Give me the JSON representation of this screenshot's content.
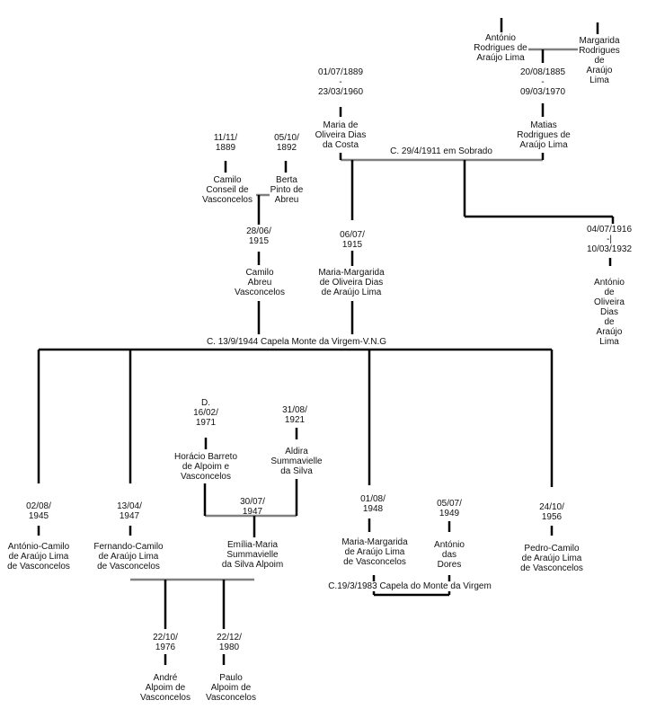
{
  "colors": {
    "black": "#000000",
    "gray": "#808080",
    "text": "#111111"
  },
  "persons": {
    "antonio_rodrigues": {
      "name": "António\nRodrigues de\nAraújo Lima"
    },
    "margarida_rodrigues": {
      "name": "Margarida\nRodrigues de\nAraújo Lima"
    },
    "maria_oliveira": {
      "dates": "01/07/1889\n-\n23/03/1960",
      "name": "Maria de\nOliveira Dias\nda Costa"
    },
    "matias": {
      "dates": "20/08/1885\n-\n09/03/1970",
      "name": "Matias\nRodrigues de\nAraújo Lima"
    },
    "camilo_conseil": {
      "dates": "11/11/\n1889",
      "name": "Camilo\nConseil de\nVasconcelos"
    },
    "berta": {
      "dates": "05/10/\n1892",
      "name": "Berta\nPinto de\nAbreu"
    },
    "camilo_abreu": {
      "dates": "28/06/\n1915",
      "name": "Camilo\nAbreu\nVasconcelos"
    },
    "maria_margarida_1915": {
      "dates": "06/07/\n1915",
      "name": "Maria-Margarida\nde Oliveira Dias\nde Araújo Lima"
    },
    "antonio_oliveira": {
      "dates": "04/07/1916\n-|\n10/03/1932",
      "name": "António de\nOliveira Dias\nde Araújo Lima"
    },
    "horacio": {
      "dates": "D.\n16/02/\n1971",
      "name": "Horácio Barreto\nde Alpoim e\nVasconcelos"
    },
    "aldira": {
      "dates": "31/08/\n1921",
      "name": "Aldira\nSummavielle\nda Silva"
    },
    "antonio_camilo": {
      "dates": "02/08/\n1945",
      "name": "António-Camilo\nde Araújo Lima\nde Vasconcelos"
    },
    "fernando_camilo": {
      "dates": "13/04/\n1947",
      "name": "Fernando-Camilo\nde Araújo Lima\nde Vasconcelos"
    },
    "emilia": {
      "dates": "30/07/\n1947",
      "name": "Emília-Maria\nSummavielle\nda Silva Alpoim"
    },
    "maria_margarida_1948": {
      "dates": "01/08/\n1948",
      "name": "Maria-Margarida\nde Araújo Lima\nde Vasconcelos"
    },
    "antonio_dores": {
      "dates": "05/07/\n1949",
      "name": "António\ndas\nDores"
    },
    "pedro_camilo": {
      "dates": "24/10/\n1956",
      "name": "Pedro-Camilo\nde Araújo Lima\nde Vasconcelos"
    },
    "andre": {
      "dates": "22/10/\n1976",
      "name": "André\nAlpoim de\nVasconcelos"
    },
    "paulo": {
      "dates": "22/12/\n1980",
      "name": "Paulo\nAlpoim de\nVasconcelos"
    }
  },
  "marriages": {
    "sobrado": "C. 29/4/1911 em Sobrado",
    "monte_virgem_1944": "C. 13/9/1944 Capela Monte da Virgem-V.N.G",
    "monte_virgem_1983": "C.19/3/1983 Capela do Monte da Virgem"
  }
}
